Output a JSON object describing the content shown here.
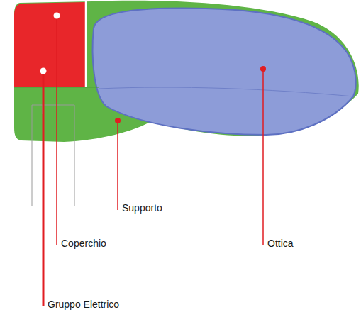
{
  "diagram": {
    "labels": [
      "Supporto",
      "Coperchio",
      "Ottica",
      "Gruppo Elettrico"
    ]
  }
}
